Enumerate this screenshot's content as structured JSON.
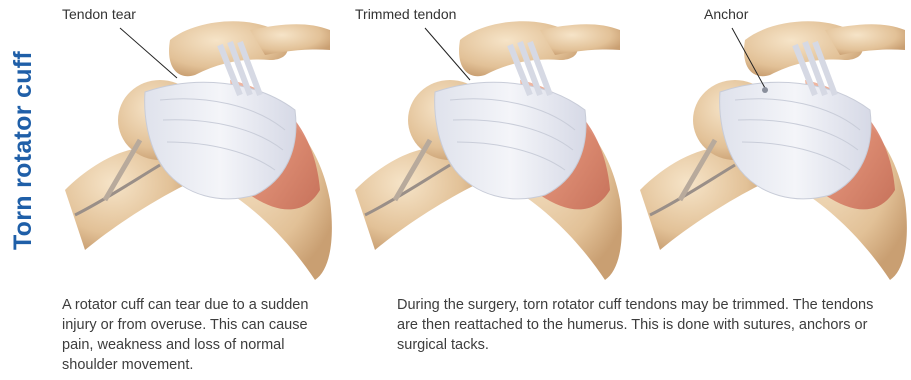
{
  "title": "Torn rotator cuff",
  "panels": [
    {
      "label": "Tendon tear"
    },
    {
      "label": "Trimmed tendon"
    },
    {
      "label": "Anchor"
    }
  ],
  "captions": {
    "left": "A rotator cuff can tear due to a sudden injury or from overuse. This can cause pain, weakness and loss of normal shoulder movement.",
    "right": "During the surgery, torn rotator cuff tendons may be trimmed. The tendons are then reattached to the humerus. This is done with sutures, anchors or surgical tacks."
  },
  "colors": {
    "title": "#1f5fa8",
    "bone": "#e6c9a1",
    "tendon": "#e9ebf2",
    "muscle": "#d98a70"
  }
}
